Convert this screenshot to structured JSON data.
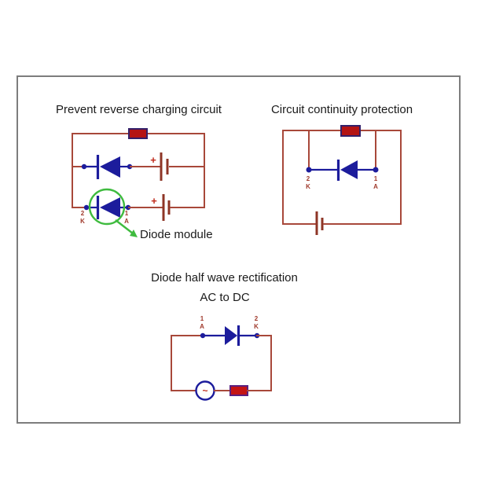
{
  "canvas": {
    "background": "#ffffff",
    "frame_border_color": "#7d7d7d"
  },
  "colors": {
    "wire": "#a8483a",
    "diode_blue": "#1c1c9c",
    "resistor_red": "#b41414",
    "resistor_outline": "#33206a",
    "highlight_green": "#3fbb3f",
    "pin_label_red": "#a03a2c",
    "battery_dark_red": "#8e3526",
    "plus_red": "#c02a1a",
    "title_black": "#1a1a1a"
  },
  "circuit1": {
    "title": "Prevent reverse charging circuit",
    "callout_label": "Diode module",
    "upper_branch": {
      "battery_plus": "+"
    },
    "lower_branch": {
      "battery_plus": "+",
      "pin_left_number": "2",
      "pin_left_letter": "K",
      "pin_right_number": "1",
      "pin_right_letter": "A"
    }
  },
  "circuit2": {
    "title": "Circuit continuity protection",
    "pin_left_number": "2",
    "pin_left_letter": "K",
    "pin_right_number": "1",
    "pin_right_letter": "A"
  },
  "circuit3": {
    "title_line1": "Diode half wave rectification",
    "title_line2": "AC to DC",
    "pin_left_number": "1",
    "pin_left_letter": "A",
    "pin_right_number": "2",
    "pin_right_letter": "K",
    "ac_source_symbol": "~"
  }
}
